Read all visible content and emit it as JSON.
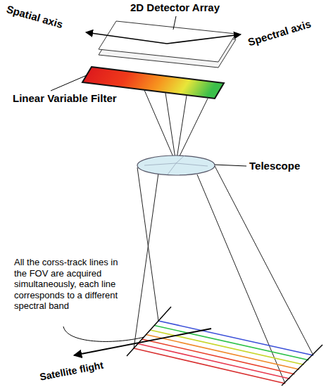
{
  "diagram": {
    "labels": [
      "2D Detector Array",
      "Spatial axis",
      "Spectral axis",
      "Linear Variable Filter",
      "Telescope",
      "All the corss-track lines in the FOV are acquired simultaneously, each line corresponds to a different spectral band",
      "Satellite flight"
    ]
  }
}
